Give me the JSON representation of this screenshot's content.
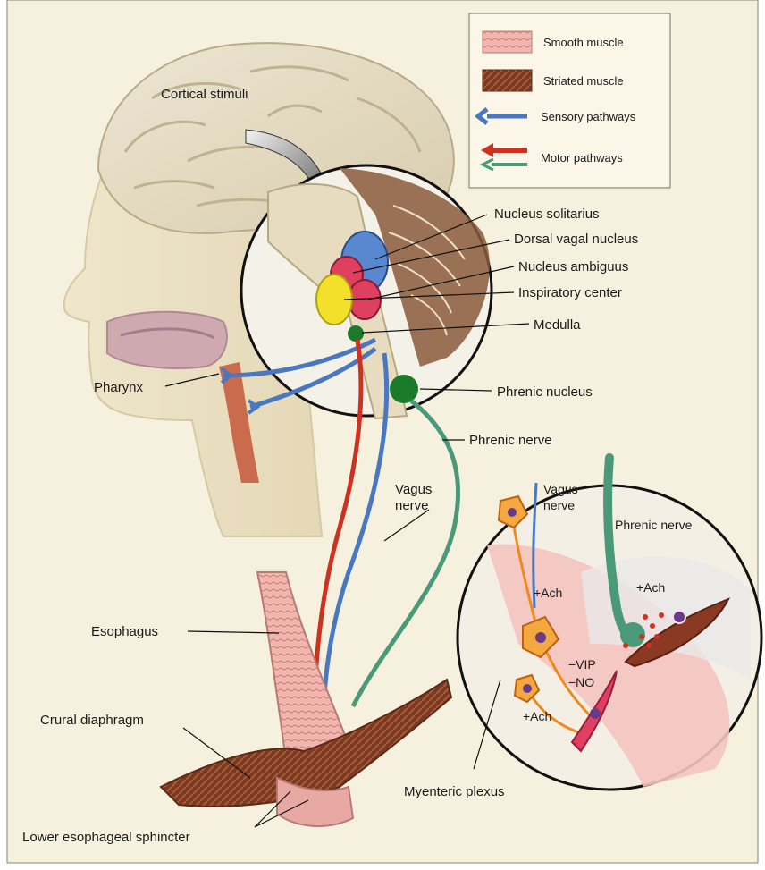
{
  "legend": {
    "smooth_muscle": "Smooth muscle",
    "striated_muscle": "Striated muscle",
    "sensory_pathways": "Sensory pathways",
    "motor_pathways": "Motor pathways"
  },
  "labels": {
    "cortical_stimuli": "Cortical stimuli",
    "nucleus_solitarius": "Nucleus solitarius",
    "dorsal_vagal_nucleus": "Dorsal vagal nucleus",
    "nucleus_ambiguus": "Nucleus ambiguus",
    "inspiratory_center": "Inspiratory center",
    "medulla": "Medulla",
    "pharynx": "Pharynx",
    "phrenic_nucleus": "Phrenic nucleus",
    "phrenic_nerve": "Phrenic nerve",
    "vagus_nerve_line1": "Vagus",
    "vagus_nerve_line2": "nerve",
    "esophagus": "Esophagus",
    "crural_diaphragm": "Crural diaphragm",
    "myenteric_plexus": "Myenteric plexus",
    "lower_esophageal_sphincter": "Lower esophageal sphincter"
  },
  "inset": {
    "vagus_line1": "Vagus",
    "vagus_line2": "nerve",
    "phrenic_nerve": "Phrenic nerve",
    "ach_upper": "+Ach",
    "ach_phrenic": "+Ach",
    "vip": "−VIP",
    "no": "−NO",
    "ach_lower": "+Ach"
  },
  "colors": {
    "background": "#f6f1df",
    "smooth_muscle": "#f0b6b0",
    "striated_muscle": "#7a3a22",
    "sensory": "#4a78c0",
    "motor_red": "#d03020",
    "motor_green": "#4a9a7a",
    "nucleus_blue": "#5a88d0",
    "nucleus_red": "#e04060",
    "nucleus_yellow": "#f2e02a",
    "nucleus_green": "#1a7a2a"
  }
}
